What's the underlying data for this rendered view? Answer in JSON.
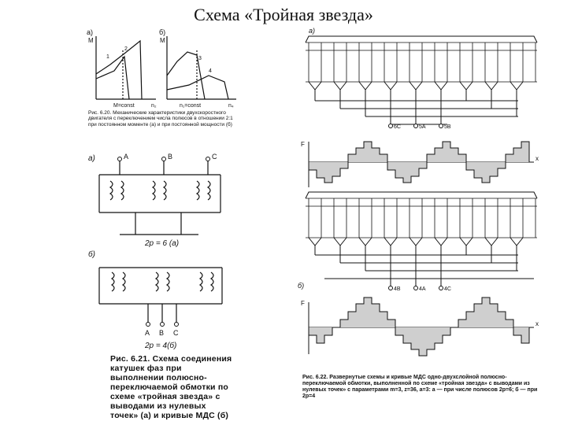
{
  "page": {
    "title": "Схема «Тройная звезда»"
  },
  "fig622_mech": {
    "panel_a": "а)",
    "panel_b": "б)",
    "y_a": "M",
    "y_b": "M",
    "c1": "1",
    "c2": "2",
    "c3": "3",
    "c4": "4",
    "x_a_mid": "M=const",
    "x_a_end": "n₂",
    "x_b_mid": "n₁=const",
    "x_b_end": "n₄",
    "caption": "Рис. 6.20. Механические характеристики двухскоростного двигателя с переключением числа полюсов в отношении 2:1 при постоянном моменте (а) и при постоянной мощности (б)"
  },
  "fig621": {
    "panel_a": "а)",
    "panel_b": "б)",
    "A": "A",
    "B": "B",
    "C": "C",
    "A2": "A",
    "B2": "B",
    "C2": "C",
    "label_a": "2p = 6 (а)",
    "label_b": "2p = 4(б)",
    "caption": "Рис. 6.21. Схема соединения катушек фаз при выполнении полюсно-переключаемой обмотки по схеме «тройная звезда» с выводами из нулевых точек» (а) и кривые МДС (б)"
  },
  "fig622_right": {
    "panel_a": "а)",
    "panel_b": "б)",
    "F1": "F",
    "F2": "F",
    "x1": "x",
    "x2": "x",
    "t_a1": "6С",
    "t_a2": "5А",
    "t_a3": "5В",
    "t_b1": "4В",
    "t_b2": "4А",
    "t_b3": "4С",
    "caption": "Рис. 6.22. Развернутые схемы и кривые МДС одно-двухслойной полюсно-переключаемой обмотки, выполненной по схеме «тройная звезда» с выводами из нулевых точек» с параметрами m=3, z=36, a=3: а — при числе полюсов 2p=6; б — при 2p=4"
  }
}
